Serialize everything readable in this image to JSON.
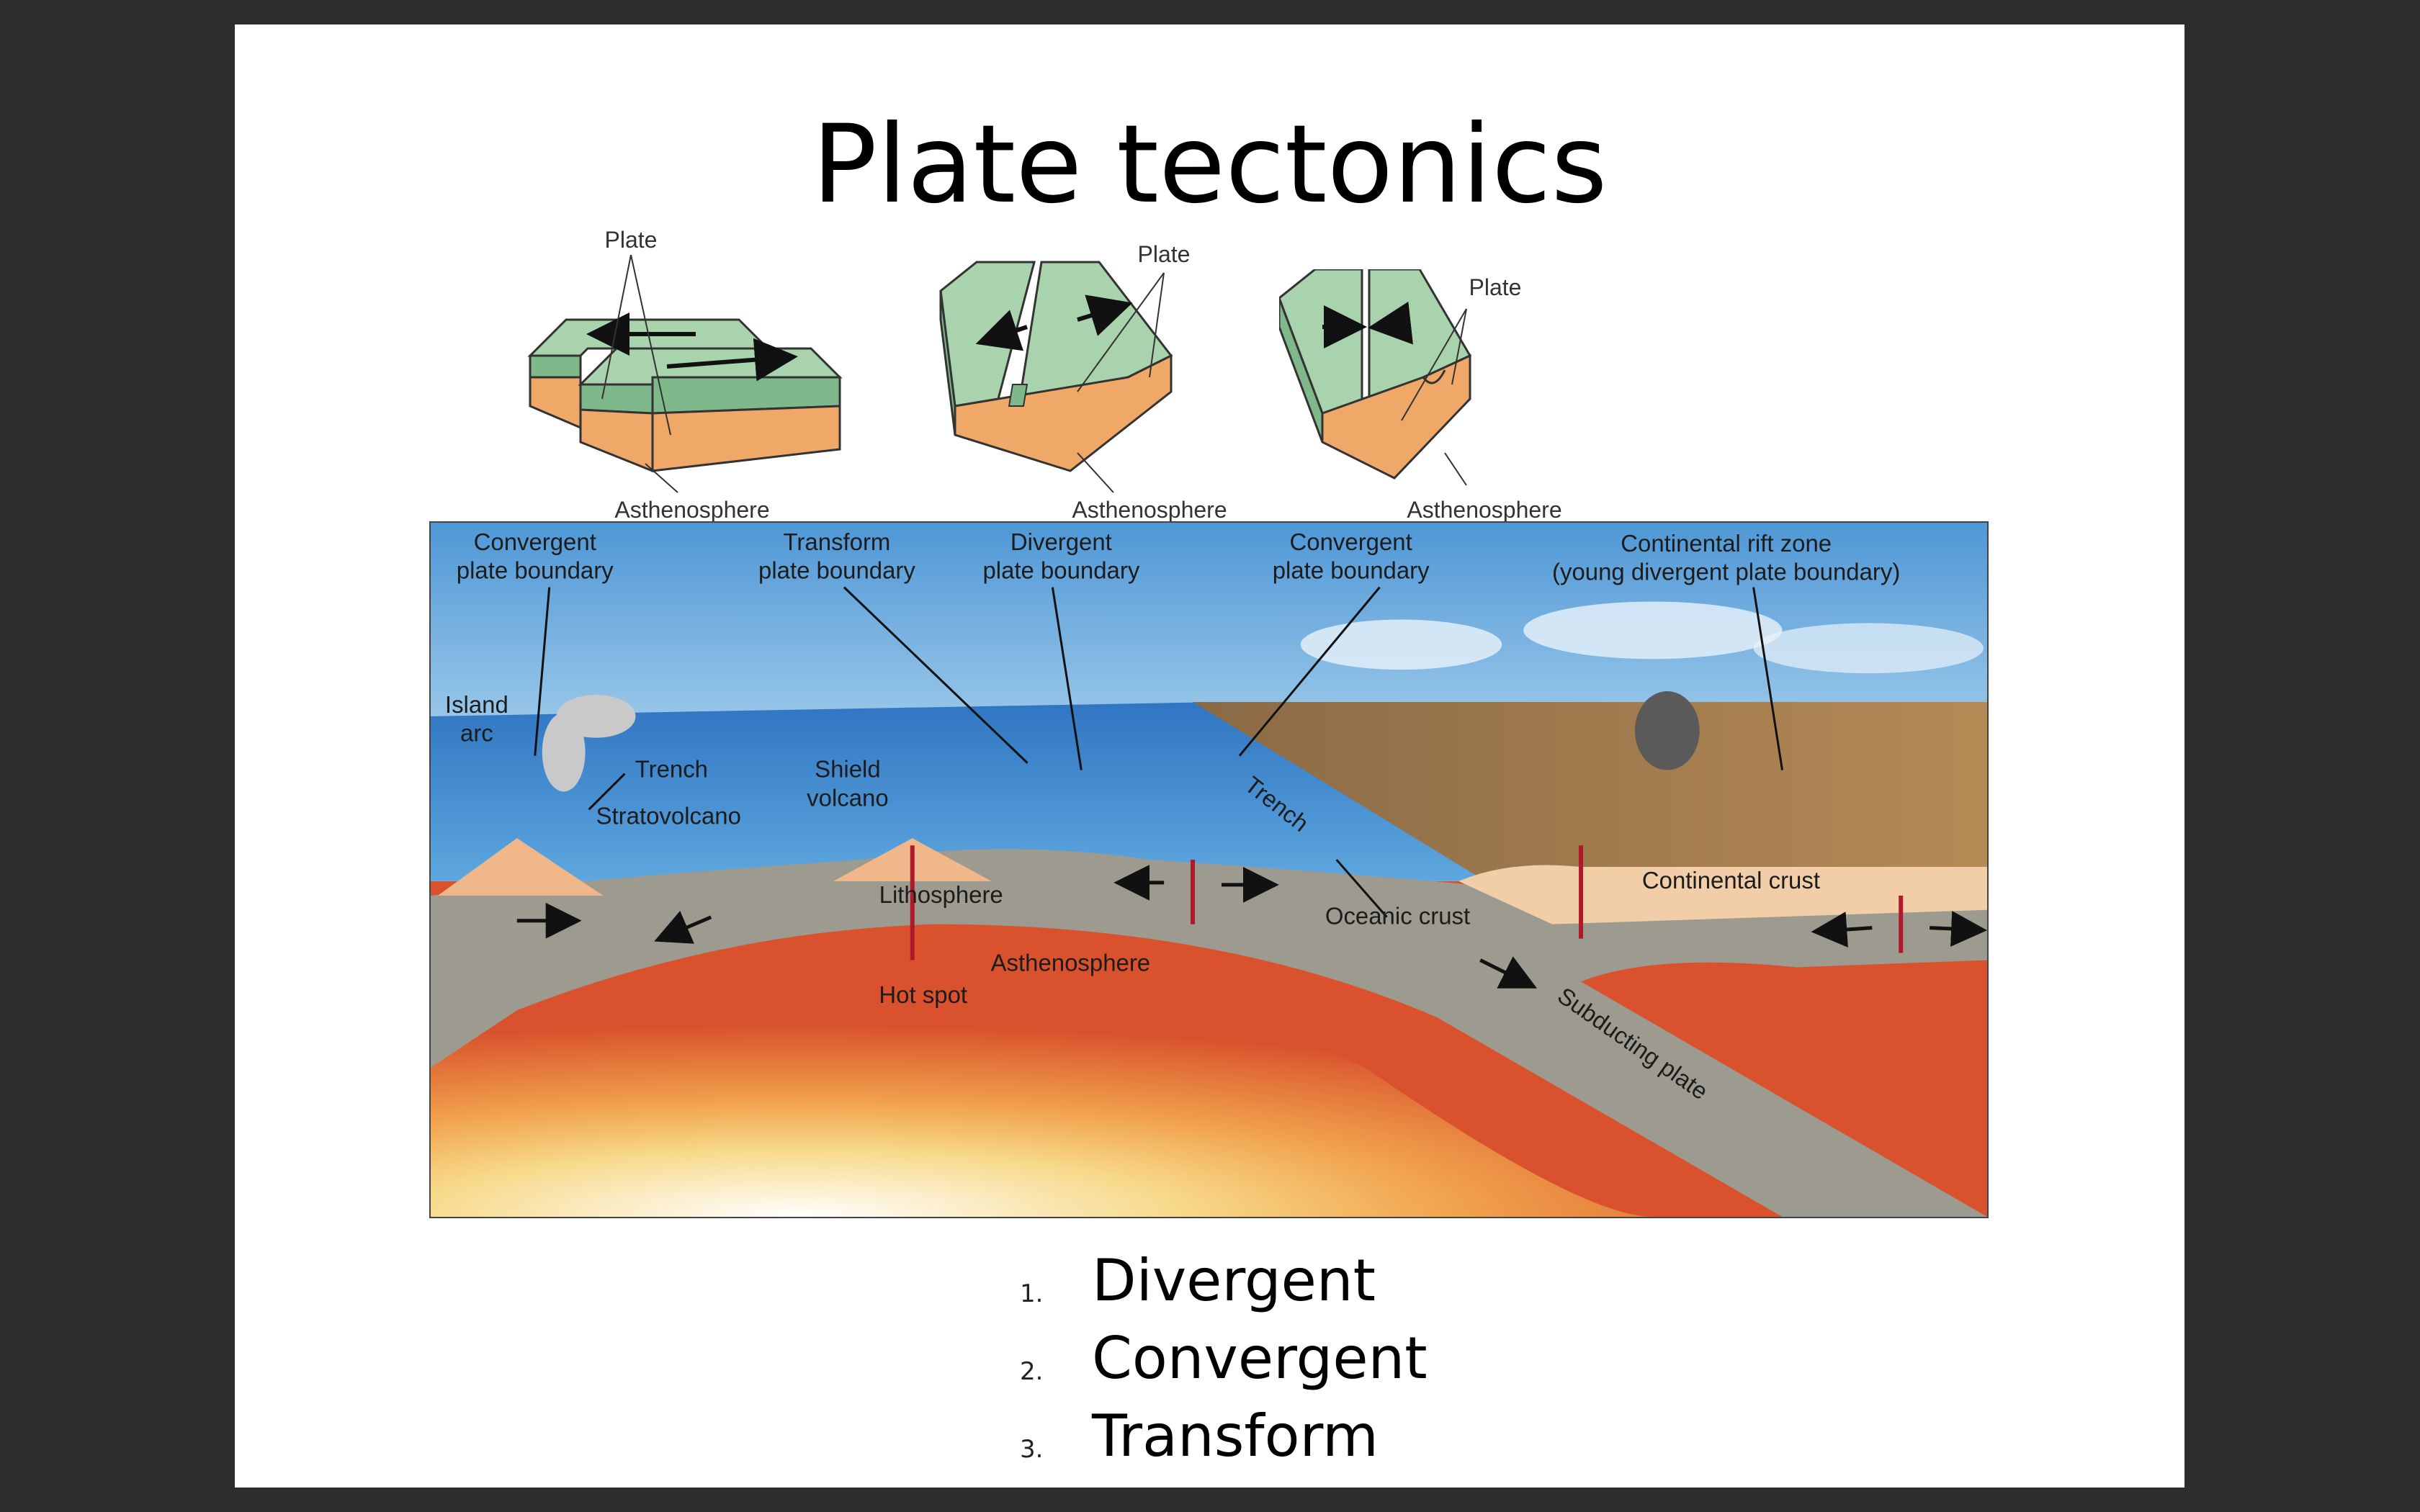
{
  "title": "Plate tectonics",
  "top_diagrams": {
    "transform": {
      "plate_label": "Plate",
      "base_label": "Asthenosphere"
    },
    "divergent": {
      "plate_label": "Plate",
      "base_label": "Asthenosphere"
    },
    "convergent": {
      "plate_label": "Plate",
      "base_label": "Asthenosphere"
    }
  },
  "main_diagram": {
    "labels": {
      "convergent_left_1": "Convergent",
      "convergent_left_2": "plate boundary",
      "transform_1": "Transform",
      "transform_2": "plate boundary",
      "divergent_1": "Divergent",
      "divergent_2": "plate boundary",
      "convergent_right_1": "Convergent",
      "convergent_right_2": "plate boundary",
      "rift_1": "Continental rift zone",
      "rift_2": "(young divergent plate boundary)",
      "island_arc_1": "Island",
      "island_arc_2": "arc",
      "trench_left": "Trench",
      "stratovolcano": "Stratovolcano",
      "shield_1": "Shield",
      "shield_2": "volcano",
      "trench_right": "Trench",
      "lithosphere": "Lithosphere",
      "oceanic_crust": "Oceanic crust",
      "continental_crust": "Continental crust",
      "asthenosphere": "Asthenosphere",
      "hot_spot": "Hot spot",
      "subducting_plate": "Subducting plate"
    }
  },
  "list": {
    "items": [
      {
        "number": "1.",
        "label": "Divergent"
      },
      {
        "number": "2.",
        "label": "Convergent"
      },
      {
        "number": "3.",
        "label": "Transform"
      }
    ]
  },
  "colors": {
    "plate_green": "#a9d3ad",
    "plate_green_side": "#7fb88b",
    "asthenosphere_orange": "#f0a869",
    "sky_blue": "#4f97d6",
    "ocean_blue": "#3a82c9",
    "mantle_red": "#d9522d",
    "mantle_yellow": "#f5c255",
    "lithosphere_gray": "#9d9a8f"
  }
}
